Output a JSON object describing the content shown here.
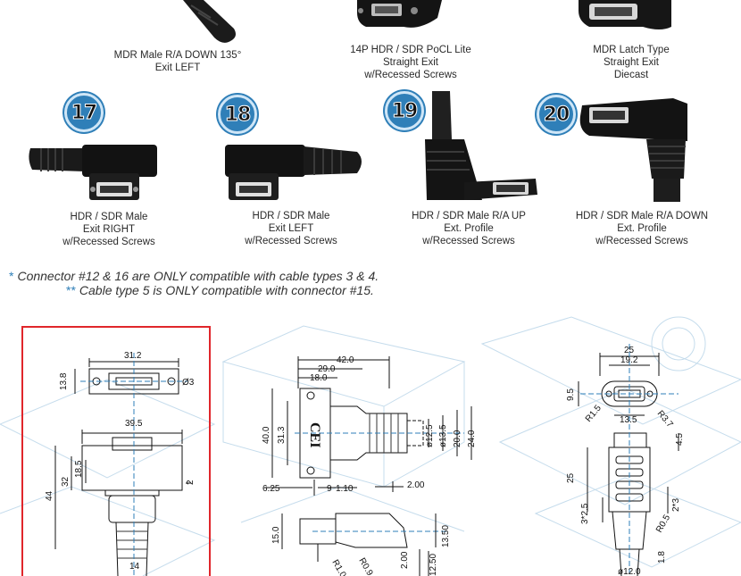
{
  "top_row": [
    {
      "lines": [
        "MDR Male R/A DOWN 135°",
        "Exit LEFT"
      ]
    },
    {
      "lines": [
        "14P HDR / SDR PoCL Lite",
        "Straight Exit",
        "w/Recessed Screws"
      ]
    },
    {
      "lines": [
        "MDR Latch Type",
        "Straight Exit",
        "Diecast"
      ]
    }
  ],
  "connectors": [
    {
      "number": "17",
      "lines": [
        "HDR / SDR Male",
        "Exit RIGHT",
        "w/Recessed Screws"
      ]
    },
    {
      "number": "18",
      "lines": [
        "HDR / SDR Male",
        "Exit LEFT",
        "w/Recessed Screws"
      ]
    },
    {
      "number": "19",
      "lines": [
        "HDR / SDR Male R/A UP",
        "Ext. Profile",
        "w/Recessed Screws"
      ]
    },
    {
      "number": "20",
      "lines": [
        "HDR / SDR Male R/A DOWN",
        "Ext. Profile",
        "w/Recessed Screws"
      ]
    }
  ],
  "notes": {
    "note1_marker": "*",
    "note1_text": "Connector #12 & 16 are ONLY compatible with cable types 3 & 4.",
    "note2_marker": "**",
    "note2_text": "Cable type 5 is ONLY compatible with connector #15."
  },
  "drawing1": {
    "d_w": "31.2",
    "d_h": "13.8",
    "d_hole": "Ø3",
    "d_body": "39.5",
    "d_44": "44",
    "d_32": "32",
    "d_185": "18.5",
    "d_2": "2",
    "d_14": "14"
  },
  "drawing2": {
    "d_42": "42.0",
    "d_29": "29.0",
    "d_18": "18.0",
    "d_40": "40.0",
    "d_313": "31.3",
    "d_125": "ø12.5",
    "d_135": "ø13.5",
    "d_20": "20.0",
    "d_24": "24.0",
    "d_625": "6.25",
    "d_9": "9",
    "d_110": "1.10",
    "d_200": "2.00",
    "d_15": "15.0",
    "d_1350": "13.50",
    "d_1250": "12.50",
    "d_200b": "2.00",
    "d_r10": "R1.0",
    "d_r09": "R0.9",
    "brand": "CEI"
  },
  "drawing3": {
    "d_25": "25",
    "d_192": "19.2",
    "d_95": "9.5",
    "d_135": "13.5",
    "d_r15": "R1.5",
    "d_r37": "R3.7",
    "d_45": "4.5",
    "d_25v": "25",
    "d_325": "3*2.5",
    "d_23": "2*3",
    "d_r05": "R0.5",
    "d_18": "1.8",
    "d_120": "ø12.0"
  },
  "colors": {
    "accent": "#2f7fb8",
    "highlight_border": "#e0262b"
  }
}
